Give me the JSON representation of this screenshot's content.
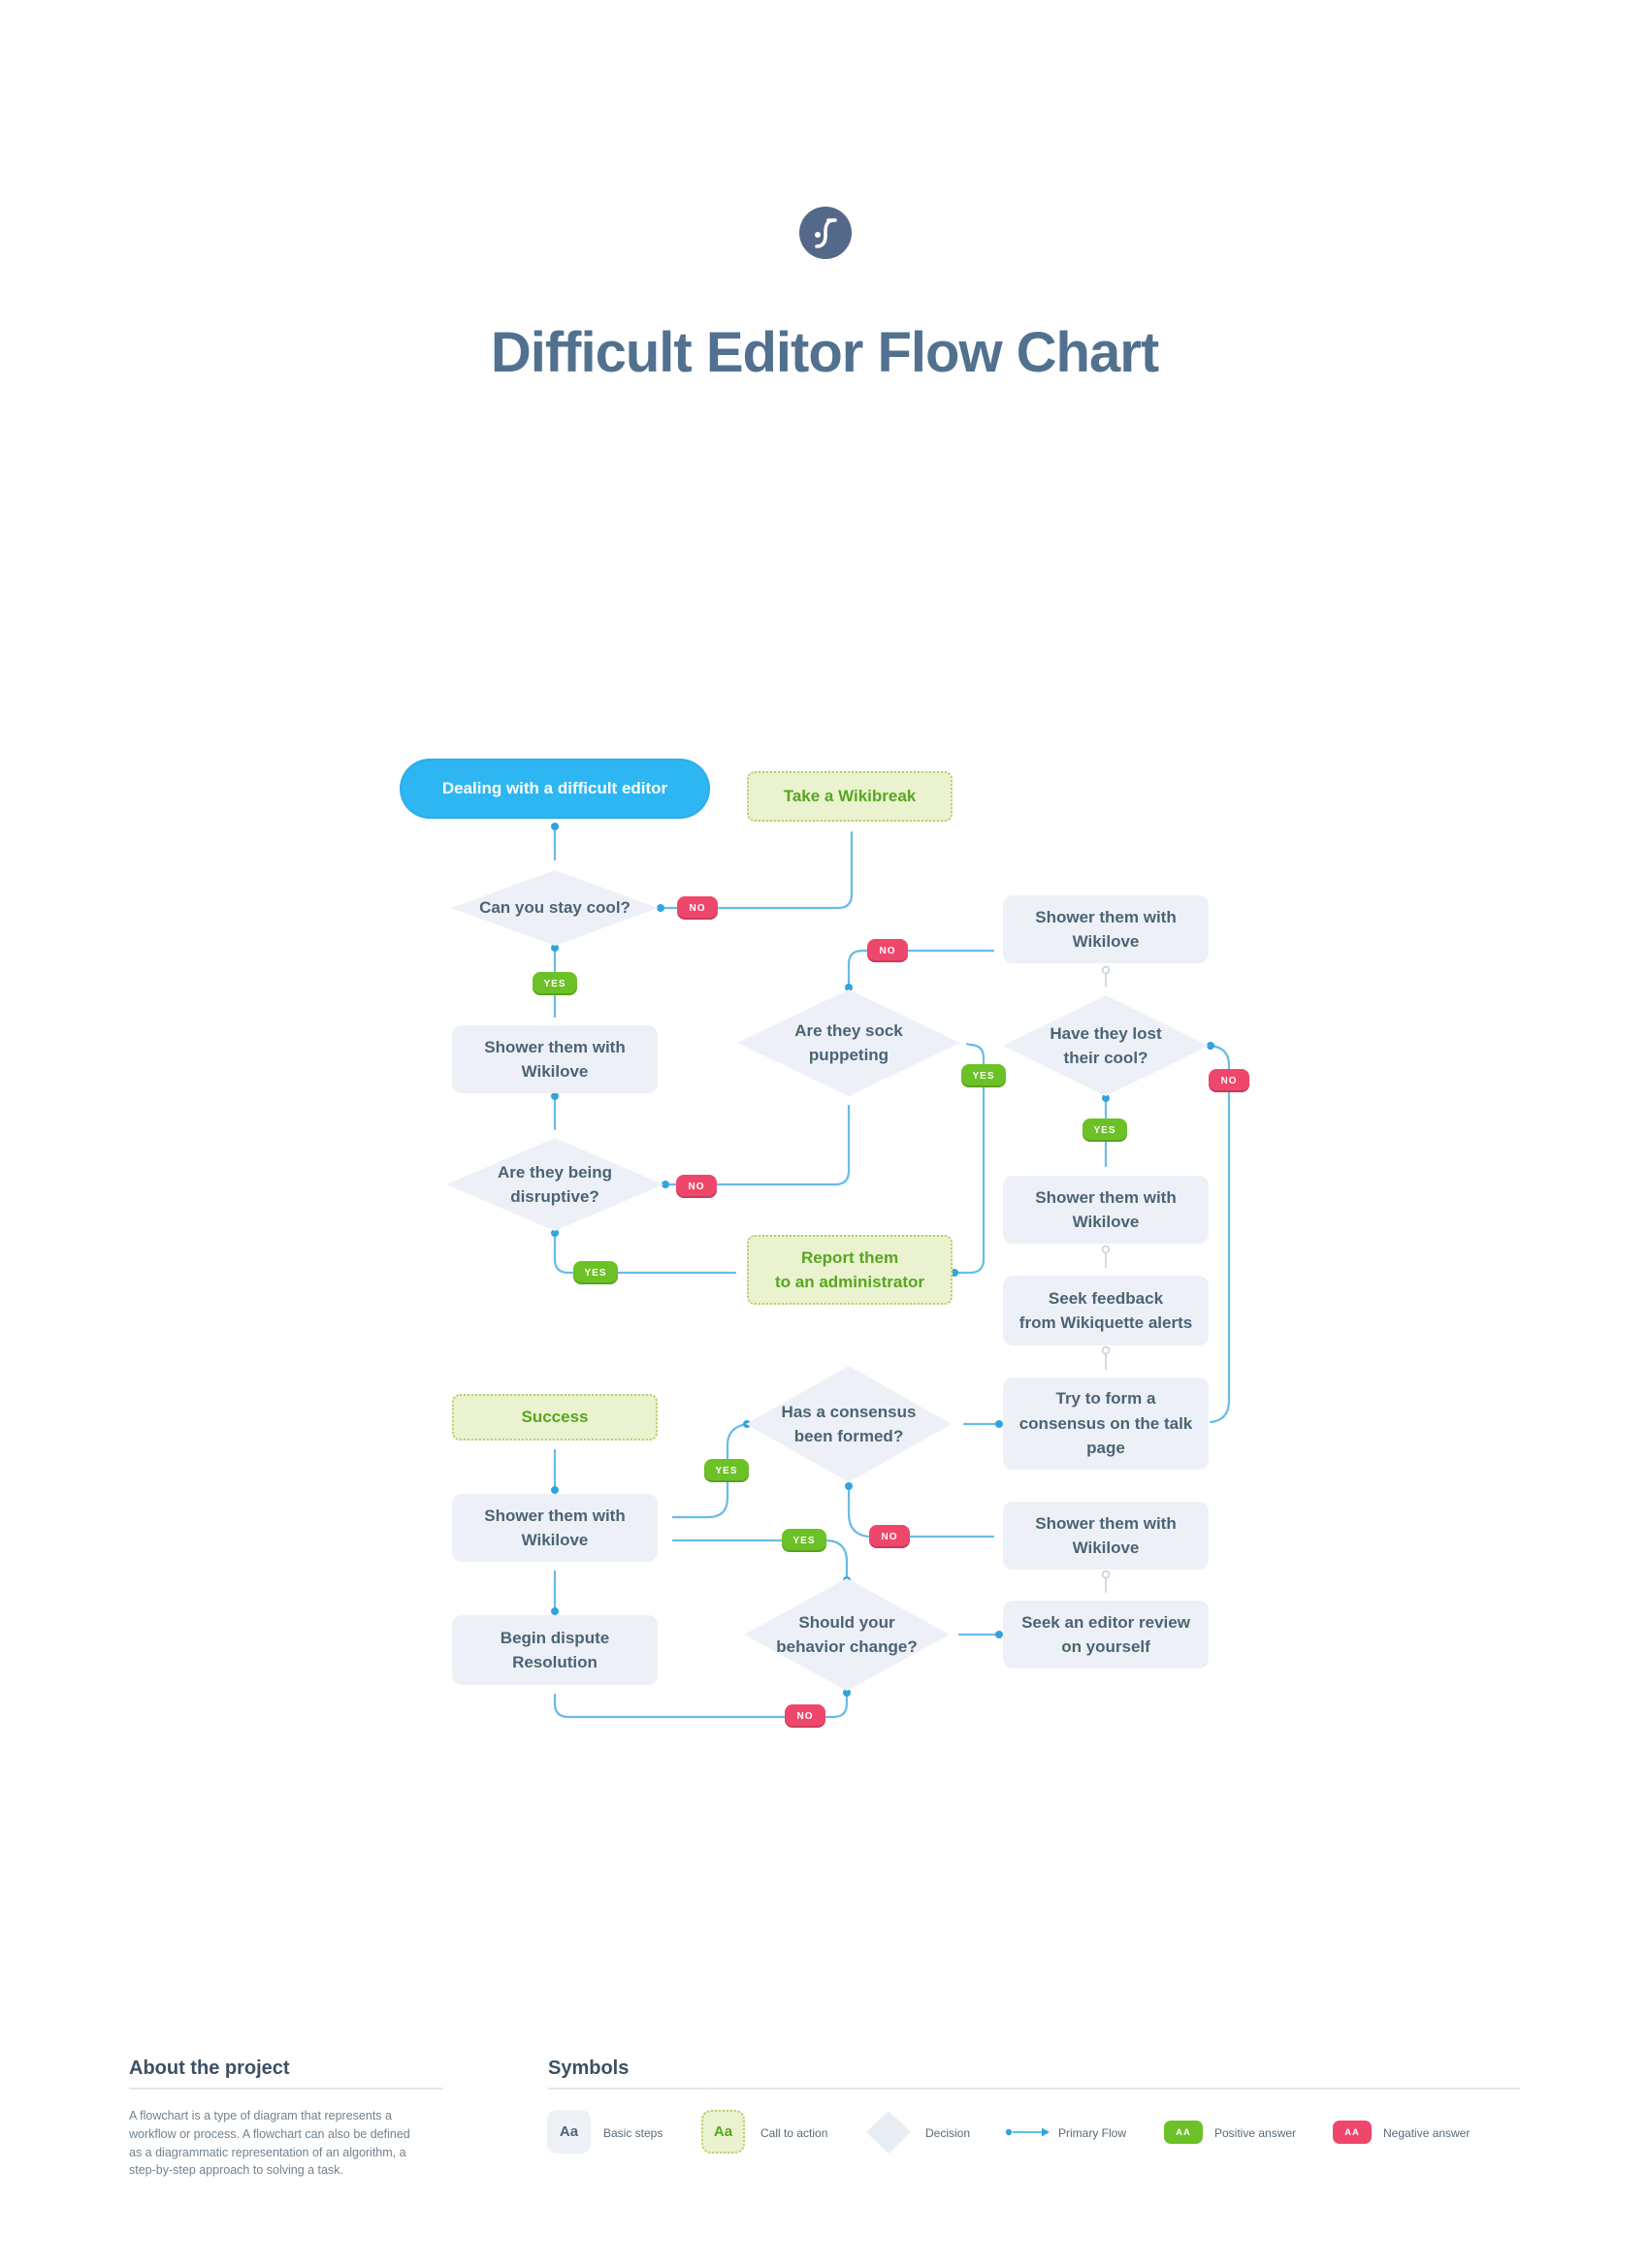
{
  "page": {
    "title": "Difficult Editor Flow Chart"
  },
  "flowchart": {
    "colors": {
      "start_fill": "#2db6f2",
      "step_fill": "#edf1f7",
      "cta_fill": "#eaf2cf",
      "cta_text": "#56a71f",
      "positive": "#6cc126",
      "negative": "#ef476b",
      "flow_line": "#67bce9",
      "text": "#4b6375"
    },
    "nodes": [
      {
        "id": "start",
        "type": "start",
        "label": "Dealing with a difficult editor"
      },
      {
        "id": "wikibreak",
        "type": "cta",
        "label": "Take a Wikibreak"
      },
      {
        "id": "cool",
        "type": "decision",
        "label": "Can you stay cool?"
      },
      {
        "id": "shower-1",
        "type": "step",
        "label": "Shower them with\nWikilove"
      },
      {
        "id": "disruptive",
        "type": "decision",
        "label": "Are they being\ndisruptive?"
      },
      {
        "id": "sock",
        "type": "decision",
        "label": "Are they sock\npuppeting"
      },
      {
        "id": "report",
        "type": "cta",
        "label": "Report them\nto an administrator"
      },
      {
        "id": "shower-2",
        "type": "step",
        "label": "Shower them with\nWikilove"
      },
      {
        "id": "lost",
        "type": "decision",
        "label": "Have they lost\ntheir cool?"
      },
      {
        "id": "shower-3",
        "type": "step",
        "label": "Shower them with\nWikilove"
      },
      {
        "id": "seek-feedback",
        "type": "step",
        "label": "Seek feedback\nfrom Wikiquette alerts"
      },
      {
        "id": "try-consensus",
        "type": "step",
        "label": "Try to form a\nconsensus on the talk\npage"
      },
      {
        "id": "consensus",
        "type": "decision",
        "label": "Has a consensus\nbeen formed?"
      },
      {
        "id": "success",
        "type": "cta",
        "label": "Success"
      },
      {
        "id": "shower-4",
        "type": "step",
        "label": "Shower them with\nWikilove"
      },
      {
        "id": "shower-5",
        "type": "step",
        "label": "Shower them with\nWikilove"
      },
      {
        "id": "behavior",
        "type": "decision",
        "label": "Should your\nbehavior change?"
      },
      {
        "id": "seek-review",
        "type": "step",
        "label": "Seek an editor review\non yourself"
      },
      {
        "id": "begin-dispute",
        "type": "step",
        "label": "Begin dispute\nResolution"
      }
    ],
    "badges": [
      {
        "label": "YES"
      },
      {
        "label": "NO"
      },
      {
        "label": "NO"
      },
      {
        "label": "YES"
      },
      {
        "label": "NO"
      },
      {
        "label": "YES"
      },
      {
        "label": "YES"
      },
      {
        "label": "NO"
      },
      {
        "label": "YES"
      },
      {
        "label": "NO"
      },
      {
        "label": "YES"
      },
      {
        "label": "NO"
      }
    ],
    "edges": [
      {
        "from": "start",
        "to": "cool",
        "label": ""
      },
      {
        "from": "cool",
        "to": "wikibreak",
        "label": "NO"
      },
      {
        "from": "cool",
        "to": "shower-1",
        "label": "YES"
      },
      {
        "from": "shower-1",
        "to": "disruptive",
        "label": ""
      },
      {
        "from": "disruptive",
        "to": "sock",
        "label": "NO"
      },
      {
        "from": "disruptive",
        "to": "report",
        "label": "YES"
      },
      {
        "from": "sock",
        "to": "shower-2",
        "label": "NO"
      },
      {
        "from": "report",
        "to": "sock",
        "label": "YES"
      },
      {
        "from": "shower-2",
        "to": "lost",
        "label": ""
      },
      {
        "from": "lost",
        "to": "shower-3",
        "label": "YES"
      },
      {
        "from": "lost",
        "to": "try-consensus",
        "label": "NO"
      },
      {
        "from": "shower-3",
        "to": "seek-feedback",
        "label": ""
      },
      {
        "from": "seek-feedback",
        "to": "try-consensus",
        "label": ""
      },
      {
        "from": "try-consensus",
        "to": "consensus",
        "label": ""
      },
      {
        "from": "consensus",
        "to": "shower-4",
        "label": "YES"
      },
      {
        "from": "consensus",
        "to": "shower-5",
        "label": "NO"
      },
      {
        "from": "behavior",
        "to": "shower-4",
        "label": "YES"
      },
      {
        "from": "behavior",
        "to": "begin-dispute",
        "label": "NO"
      },
      {
        "from": "begin-dispute",
        "to": "shower-4",
        "label": ""
      },
      {
        "from": "shower-4",
        "to": "success",
        "label": ""
      },
      {
        "from": "shower-5",
        "to": "seek-review",
        "label": ""
      },
      {
        "from": "seek-review",
        "to": "behavior",
        "label": ""
      }
    ]
  },
  "about": {
    "heading": "About the project",
    "body": "A flowchart is a type of diagram that represents a workflow or process. A flowchart can also be defined as a diagrammatic representation of an algorithm, a step-by-step approach to solving a task."
  },
  "symbols": {
    "heading": "Symbols",
    "sample_step": "Aa",
    "sample_cta": "Aa",
    "sample_positive": "AA",
    "sample_negative": "AA",
    "items": [
      {
        "label": "Basic steps"
      },
      {
        "label": "Call to action"
      },
      {
        "label": "Decision"
      },
      {
        "label": "Primary Flow"
      },
      {
        "label": "Positive answer"
      },
      {
        "label": "Negative answer"
      }
    ]
  }
}
